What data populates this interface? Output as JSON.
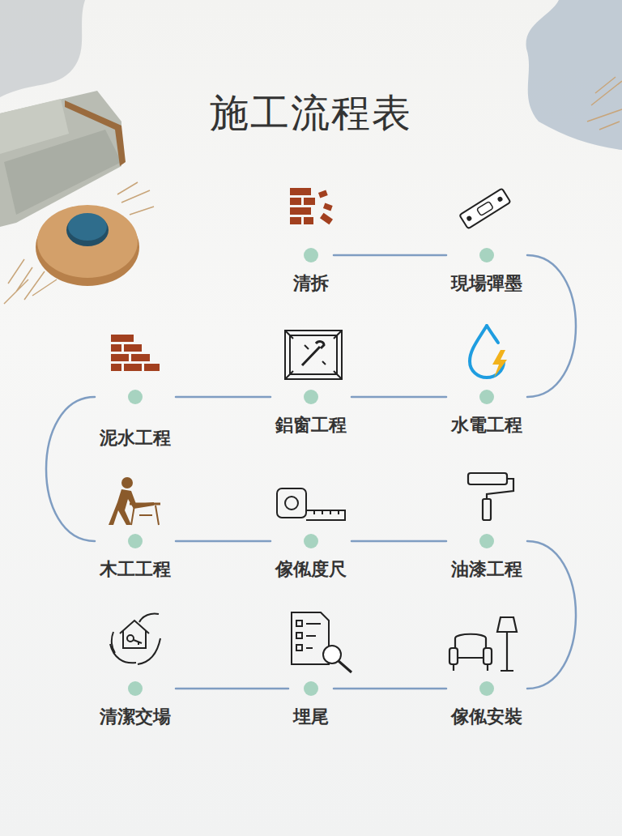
{
  "diagram": {
    "title": "施工流程表",
    "nodes": [
      {
        "text": [
          "清拆"
        ]
      },
      {
        "text": [
          "現場彈墨"
        ]
      },
      {
        "text": [
          "水電工程"
        ]
      },
      {
        "text": [
          "鋁窗工程"
        ]
      },
      {
        "text": [
          "泥水工程"
        ]
      },
      {
        "text": [
          "木工工程"
        ]
      },
      {
        "text": [
          "傢俬度尺"
        ]
      },
      {
        "text": [
          "油漆工程"
        ]
      },
      {
        "text": [
          "傢俬安裝"
        ]
      },
      {
        "text": [
          "埋尾"
        ]
      },
      {
        "text": [
          "清潔交場"
        ]
      }
    ],
    "edges": [
      {
        "from": 0,
        "to": 1,
        "arrow": "none"
      },
      {
        "from": 1,
        "to": 2,
        "arrow": "none"
      },
      {
        "from": 2,
        "to": 3,
        "arrow": "none"
      },
      {
        "from": 3,
        "to": 4,
        "arrow": "none"
      },
      {
        "from": 4,
        "to": 5,
        "arrow": "none"
      },
      {
        "from": 5,
        "to": 6,
        "arrow": "none"
      },
      {
        "from": 6,
        "to": 7,
        "arrow": "none"
      },
      {
        "from": 7,
        "to": 8,
        "arrow": "none"
      },
      {
        "from": 8,
        "to": 9,
        "arrow": "none"
      },
      {
        "from": 9,
        "to": 10,
        "arrow": "none"
      }
    ]
  }
}
